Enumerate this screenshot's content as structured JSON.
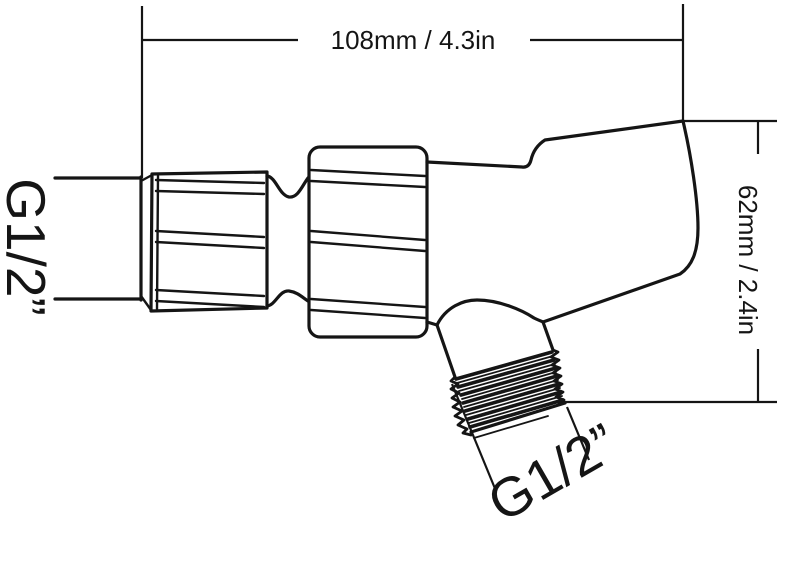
{
  "diagram": {
    "colors": {
      "line": "#151515",
      "background": "#ffffff"
    },
    "width_dimension": {
      "label": "108mm / 4.3in"
    },
    "height_dimension": {
      "label": "62mm / 2.4in"
    },
    "inlet_thread": {
      "label": "G1/2”"
    },
    "outlet_thread": {
      "label": "G1/2”"
    }
  }
}
